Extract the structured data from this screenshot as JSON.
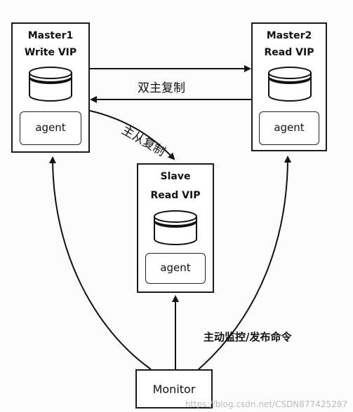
{
  "master1": {
    "title_line1": "Master1",
    "title_line2": "Write VIP",
    "agent": "agent"
  },
  "master2": {
    "title_line1": "Master2",
    "title_line2": "Read VIP",
    "agent": "agent"
  },
  "slave": {
    "title_line1": "Slave",
    "title_line2": "Read VIP",
    "agent": "agent"
  },
  "monitor": {
    "label": "Monitor"
  },
  "edges": {
    "dual_master_replication": "双主复制",
    "master_slave_replication": "主从复制",
    "monitor_label": "主动监控/发布命令"
  },
  "watermark": "https://blog.csdn.net/CSDN877425287"
}
